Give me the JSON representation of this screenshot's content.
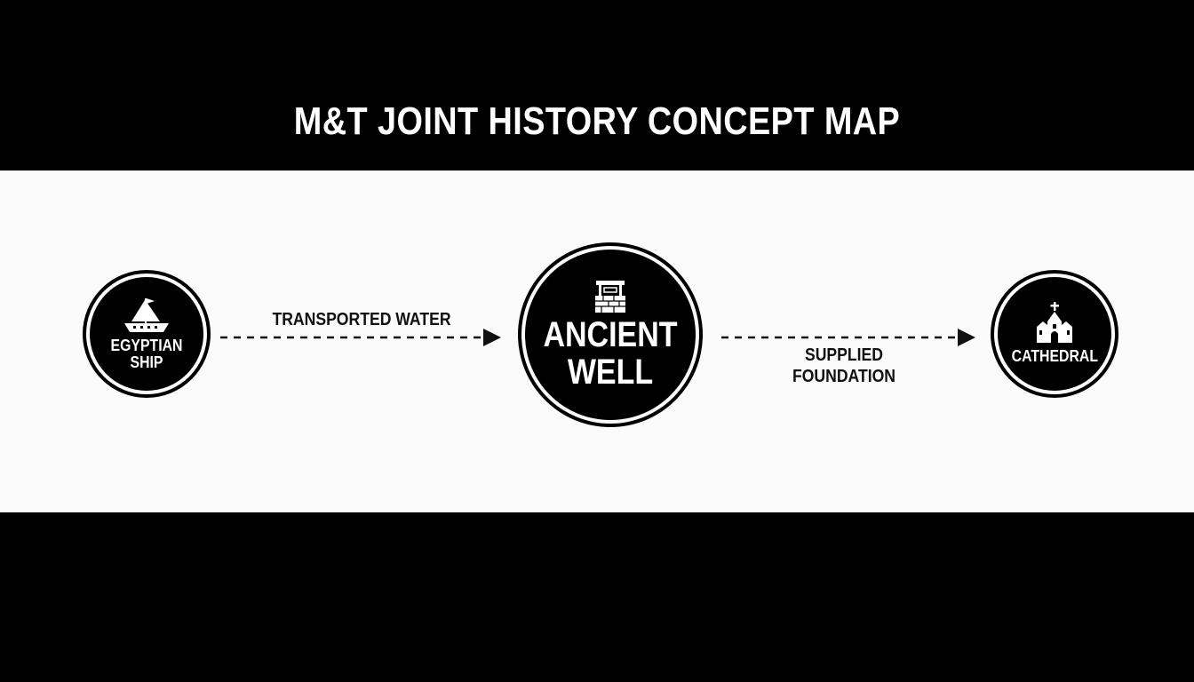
{
  "title": "M&T JOINT HISTORY CONCEPT MAP",
  "colors": {
    "background": "#000000",
    "panel": "#fbfbfb",
    "node_fill": "#000000",
    "node_text": "#ffffff",
    "edge": "#111111"
  },
  "nodes": [
    {
      "id": "egyptian-ship",
      "label_line1": "EGYPTIAN",
      "label_line2": "SHIP",
      "icon": "ship-icon"
    },
    {
      "id": "ancient-well",
      "label_line1": "ANCIENT",
      "label_line2": "WELL",
      "icon": "well-icon"
    },
    {
      "id": "cathedral",
      "label_line1": "CATHEDRAL",
      "icon": "cathedral-icon"
    }
  ],
  "edges": [
    {
      "from": "egyptian-ship",
      "to": "ancient-well",
      "label": "TRANSPORTED WATER",
      "style": "dashed"
    },
    {
      "from": "ancient-well",
      "to": "cathedral",
      "label_line1": "SUPPLIED",
      "label_line2": "FOUNDATION",
      "style": "dashed"
    }
  ]
}
